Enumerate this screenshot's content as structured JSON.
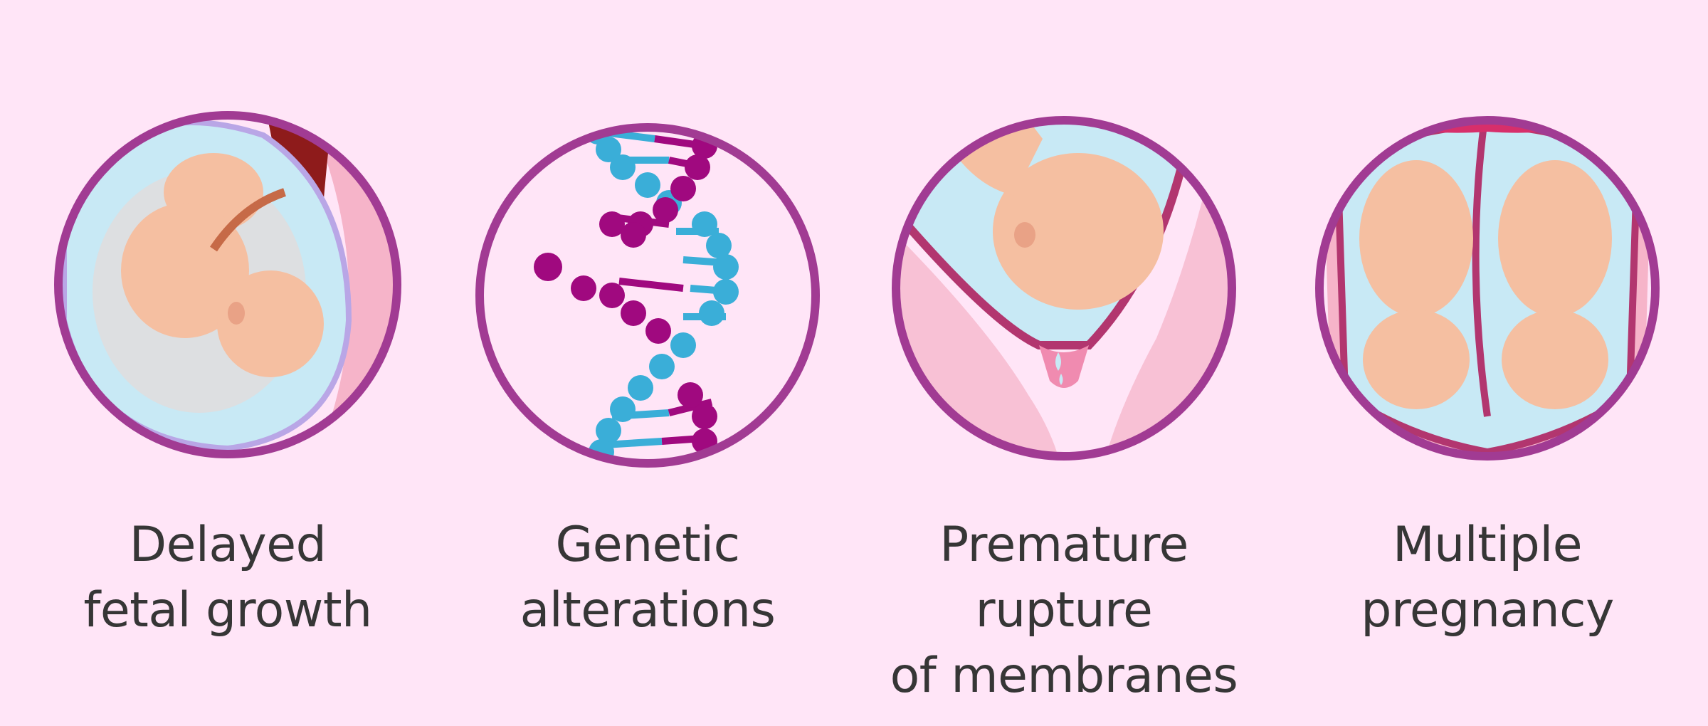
{
  "colors": {
    "background": "#ffe5f7",
    "ring": "#a13b93",
    "amniotic": "#c8e9f5",
    "skin": "#f5bfa1",
    "uterus": "#f6b4c9",
    "dna_blue": "#3aaed8",
    "dna_magenta": "#a0097f",
    "text": "#363636"
  },
  "panels": [
    {
      "id": "delayed-fetal-growth",
      "icon": "fetus-in-womb-icon",
      "caption": [
        "Delayed",
        "fetal growth"
      ]
    },
    {
      "id": "genetic-alterations",
      "icon": "dna-helix-icon",
      "caption": [
        "Genetic",
        "alterations"
      ]
    },
    {
      "id": "premature-rupture",
      "icon": "membrane-rupture-icon",
      "caption": [
        "Premature rupture",
        "of membranes"
      ]
    },
    {
      "id": "multiple-pregnancy",
      "icon": "twins-in-womb-icon",
      "caption": [
        "Multiple",
        "pregnancy"
      ]
    }
  ]
}
